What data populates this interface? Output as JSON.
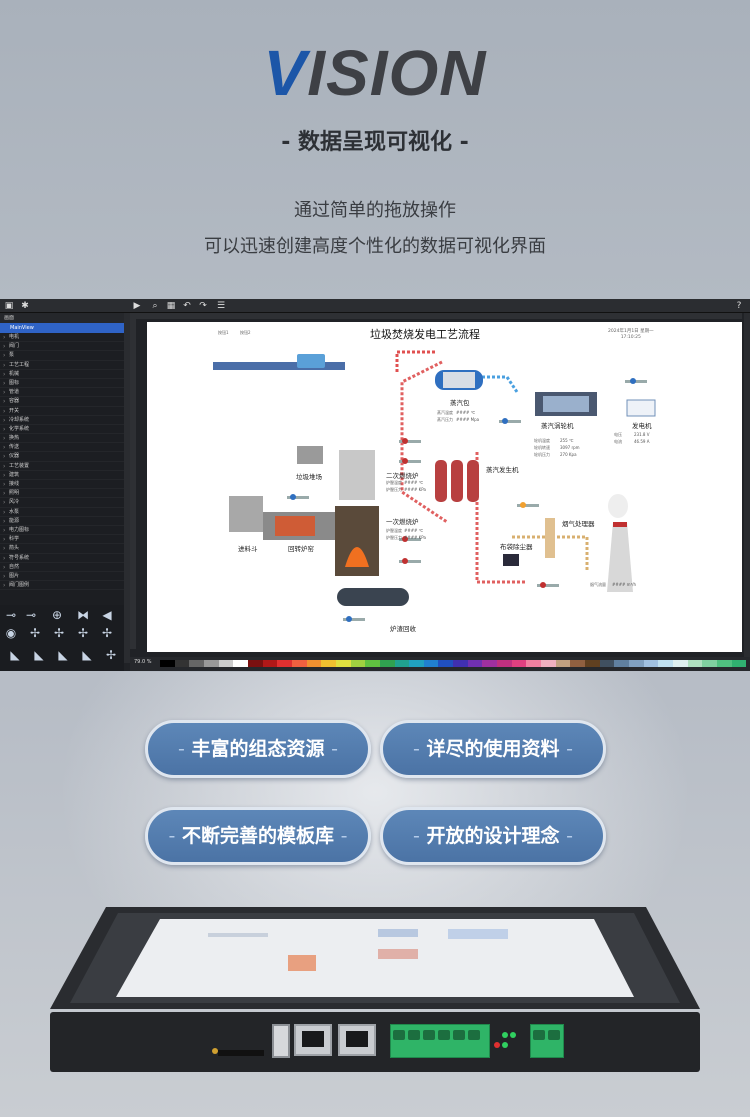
{
  "hero": {
    "logo_v": "V",
    "logo_rest": "ISION",
    "subtitle": "- 数据呈现可视化 -",
    "desc_line1": "通过简单的拖放操作",
    "desc_line2": "可以迅速创建高度个性化的数据可视化界面"
  },
  "app": {
    "sidebar": {
      "header": "画面",
      "selected": "MainView",
      "items": [
        "电机",
        "阀门",
        "泵",
        "工艺工程",
        "机械",
        "图标",
        "管道",
        "容器",
        "开关",
        "冷却系统",
        "化学系统",
        "换热",
        "传送",
        "仪器",
        "工艺装置",
        "建筑",
        "接线",
        "照明",
        "风冷",
        "水泵",
        "能源",
        "电力图标",
        "科学",
        "箭头",
        "符号系统",
        "自然",
        "图片",
        "阀门图例"
      ]
    },
    "zoom_label": "79.0 %",
    "palette_colors": [
      "#000000",
      "#333333",
      "#666666",
      "#999999",
      "#cccccc",
      "#ffffff",
      "#7a1010",
      "#b01818",
      "#e03030",
      "#f06040",
      "#f09030",
      "#f0c030",
      "#e0e040",
      "#a0d040",
      "#60c040",
      "#30a050",
      "#20a090",
      "#20a0c0",
      "#2080d0",
      "#2050c0",
      "#4030b0",
      "#7030b0",
      "#a030a0",
      "#c03080",
      "#e04080",
      "#f080a0",
      "#f0b0c0",
      "#c0a080",
      "#906040",
      "#604020",
      "#405060",
      "#6080a0",
      "#80a0c0",
      "#a0c0e0",
      "#c0e0f0",
      "#e0f0f0",
      "#b0e0c0",
      "#80d0a0",
      "#50c080",
      "#30b070"
    ],
    "canvas": {
      "title": "垃圾焚烧发电工艺流程",
      "datetime_line1": "2024年1月1日 星期一",
      "datetime_line2": "17:10:25",
      "labels": {
        "steam_drum": "蒸汽包",
        "steam_turbine": "蒸汽涡轮机",
        "generator": "发电机",
        "garbage_pit": "垃圾堆场",
        "secondary_furnace": "二次燃烧炉",
        "primary_furnace": "一次燃烧炉",
        "steam_generator": "蒸汽发生机",
        "feeding_bin": "进料斗",
        "rotary_kiln": "回转炉窑",
        "flue_gas": "烟气处理器",
        "bag_filter": "布袋除尘器",
        "slag_recovery": "炉渣回收"
      },
      "small": {
        "steam_temp": "蒸汽温度",
        "steam_pressure": "蒸汽压力",
        "furnace_temp": "炉膛温度",
        "furnace_pressure": "炉膛压力",
        "turbine_temp": "轮机温度",
        "turbine_speed": "轮机转速",
        "turbine_pressure": "轮机压力",
        "voltage": "电压",
        "current": "电流",
        "smoke_flow": "烟气流量",
        "btn1": "按钮1",
        "btn2": "按钮2"
      },
      "values": {
        "steam_temp": "#### ℃",
        "steam_pressure": "#### Mpa",
        "furnace_temp1": "#### ℃",
        "furnace_pressure1": "#### KPa",
        "furnace_temp2": "#### ℃",
        "furnace_pressure2": "#### KPa",
        "turbine_temp": "255 ℃",
        "turbine_speed": "3097 rpm",
        "turbine_pressure": "270 Kpa",
        "voltage": "231.8 V",
        "current": "46.59 A",
        "smoke_flow": "#### m³/h"
      }
    }
  },
  "features": [
    "丰富的组态资源",
    "详尽的使用资料",
    "不断完善的模板库",
    "开放的设计理念"
  ],
  "feature_dash": "-"
}
